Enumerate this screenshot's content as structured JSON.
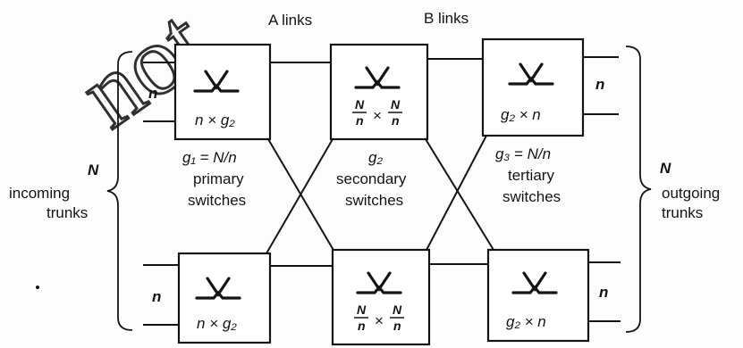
{
  "top_labels": {
    "a_links": "A links",
    "b_links": "B links"
  },
  "left": {
    "n": "N",
    "line1": "incoming",
    "line2": "trunks"
  },
  "right": {
    "n": "N",
    "line1": "outgoing",
    "line2": "trunks"
  },
  "stages": {
    "primary": {
      "box_label": "n × g₂",
      "count": "g₁ = N/n",
      "line1": "primary",
      "line2": "switches"
    },
    "secondary": {
      "box_label_frac": "N",
      "box_label_den": "n",
      "times": "×",
      "count": "g₂",
      "line1": "secondary",
      "line2": "switches"
    },
    "tertiary": {
      "box_label": "g₂ × n",
      "count": "g₃ = N/n",
      "line1": "tertiary",
      "line2": "switches"
    }
  },
  "input_group_label": "n",
  "watermark": "not",
  "colors": {
    "ink": "#141414",
    "paper": "#fdfdfb"
  }
}
